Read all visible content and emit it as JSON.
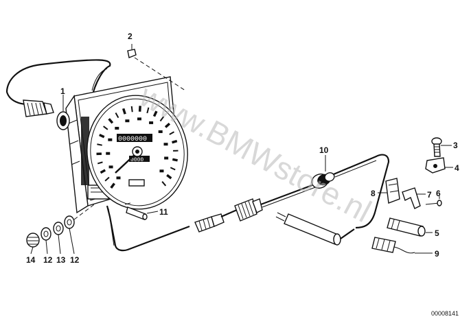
{
  "watermark": "www.BMWstore.nl",
  "part_number": "00008141",
  "callouts": {
    "c1": "1",
    "c2": "2",
    "c3": "3",
    "c4": "4",
    "c5": "5",
    "c6": "6",
    "c7": "7",
    "c8": "8",
    "c9": "9",
    "c10": "10",
    "c11": "11",
    "c14": "14",
    "c12a": "12",
    "c13": "13",
    "c12b": "12"
  },
  "odometer": {
    "total": "0000000",
    "trip": "0000"
  }
}
